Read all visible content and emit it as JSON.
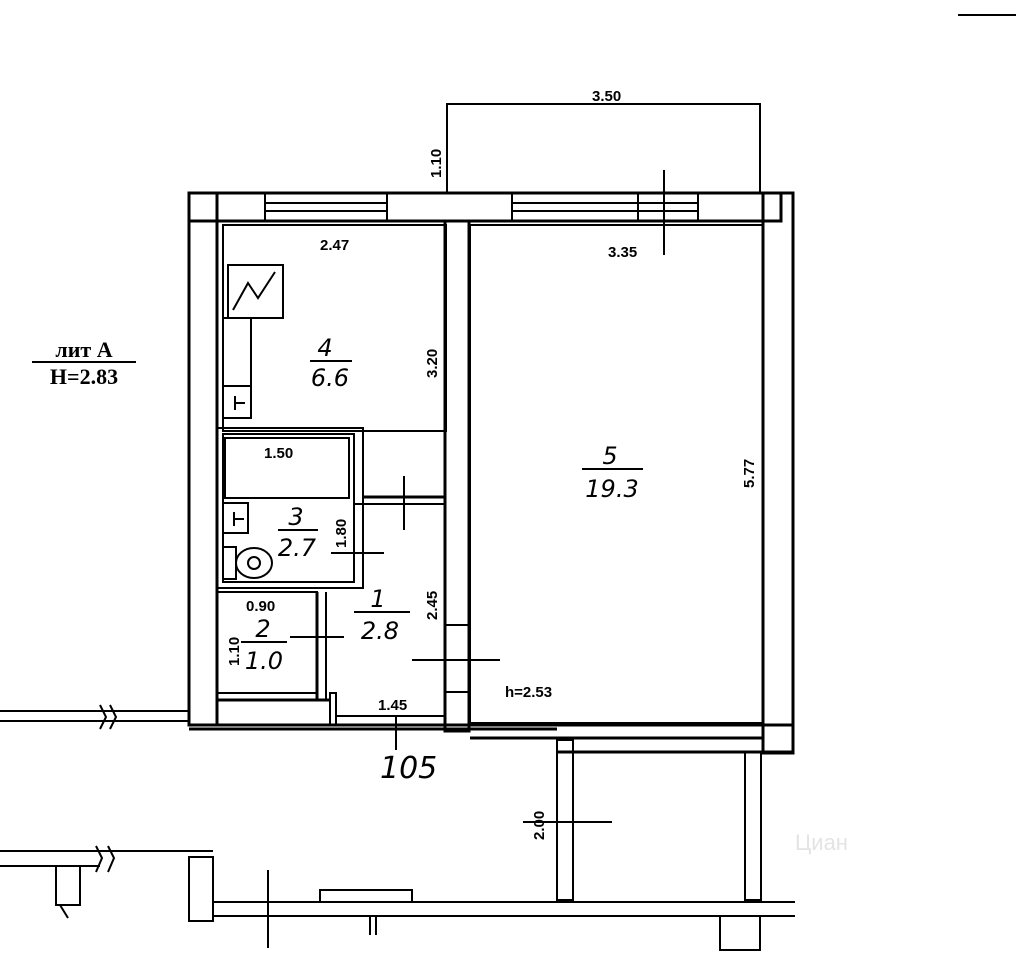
{
  "plan": {
    "lit": "лит А",
    "height_main": "H=2.83",
    "height_room": "h=2.53",
    "apartment_number": "105",
    "watermark": "Циан"
  },
  "rooms": [
    {
      "num": "1",
      "area": "2.8"
    },
    {
      "num": "2",
      "area": "1.0"
    },
    {
      "num": "3",
      "area": "2.7"
    },
    {
      "num": "4",
      "area": "6.6"
    },
    {
      "num": "5",
      "area": "19.3"
    }
  ],
  "dims": {
    "balcony_width": "3.50",
    "balcony_depth": "1.10",
    "kitchen_width": "2.47",
    "kitchen_length": "3.20",
    "room_width": "3.35",
    "room_length": "5.77",
    "bath_width": "1.50",
    "bath_length": "1.80",
    "hall_length": "2.45",
    "hall_width": "1.45",
    "wc_width": "0.90",
    "wc_length": "1.10",
    "corridor_depth": "2.00"
  }
}
